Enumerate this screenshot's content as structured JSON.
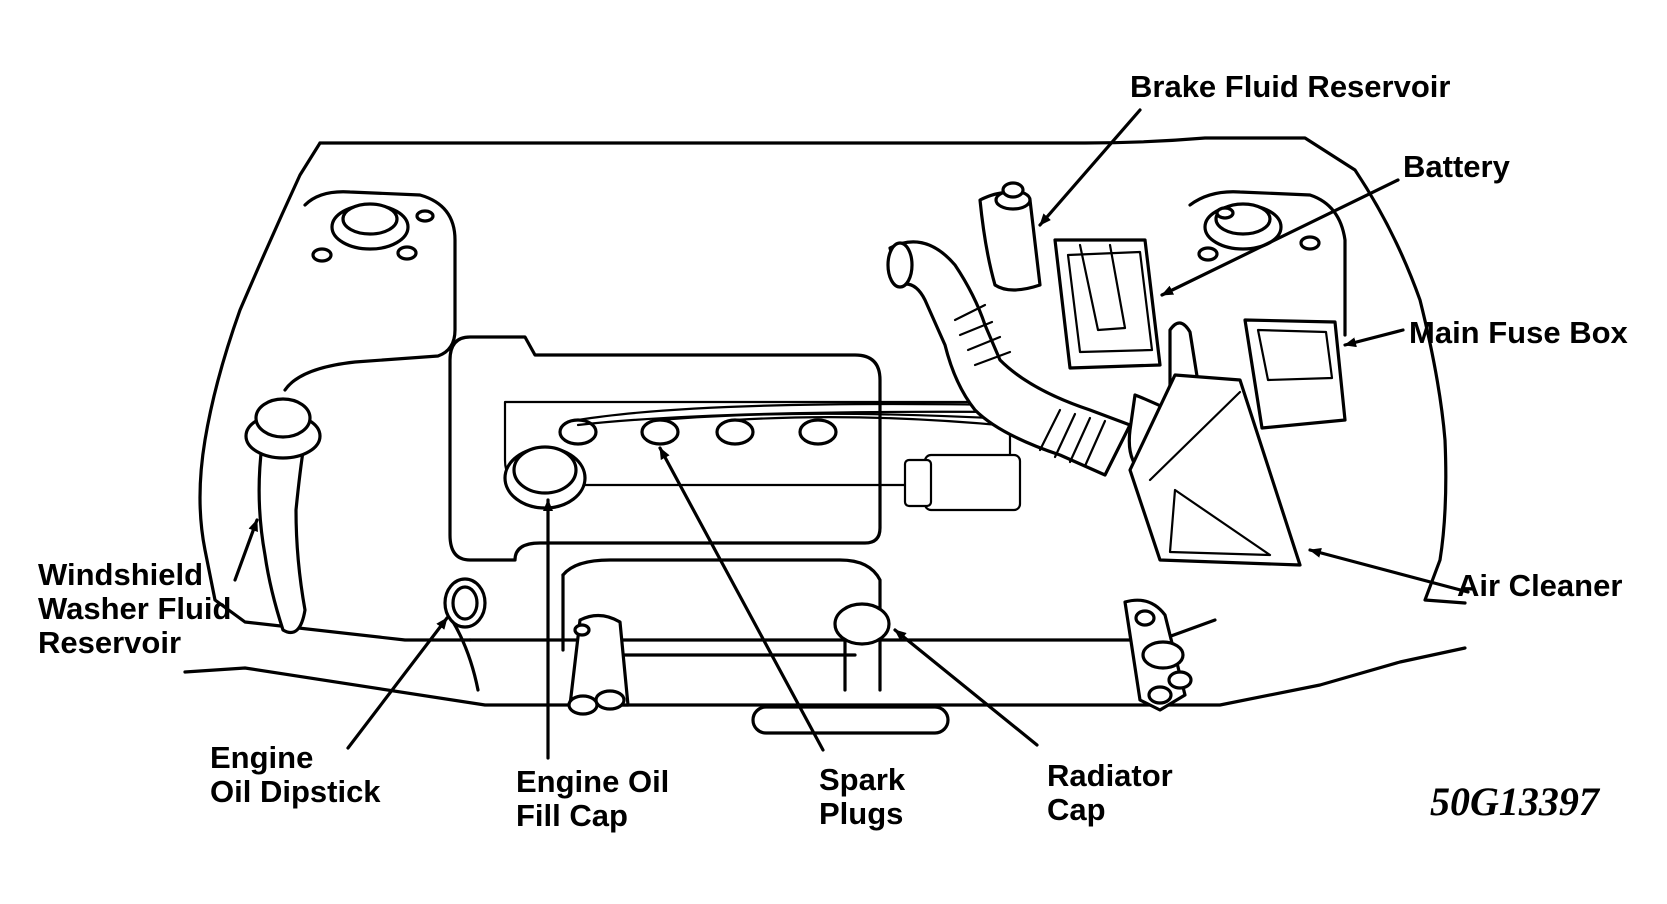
{
  "labels": {
    "brake_fluid_reservoir": "Brake Fluid Reservoir",
    "battery": "Battery",
    "main_fuse_box": "Main Fuse Box",
    "air_cleaner": "Air Cleaner",
    "washer_line1": "Windshield",
    "washer_line2": "Washer Fluid",
    "washer_line3": "Reservoir",
    "dipstick_line1": "Engine",
    "dipstick_line2": "Oil Dipstick",
    "fill_cap_line1": "Engine Oil",
    "fill_cap_line2": "Fill Cap",
    "spark_line1": "Spark",
    "spark_line2": "Plugs",
    "radiator_line1": "Radiator",
    "radiator_line2": "Cap"
  },
  "figure_code": "50G13397",
  "colors": {
    "ink": "#000000",
    "background": "#ffffff"
  }
}
